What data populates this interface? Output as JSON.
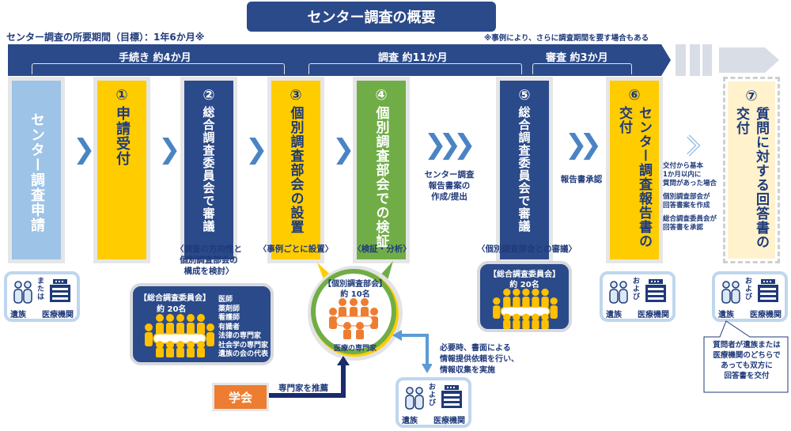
{
  "title": "センター調査の概要",
  "period_label": "センター調査の所要期間（目標）：1年6か月※",
  "footnote": "※事例により、さらに調査期間を要す場合もある",
  "phases": [
    {
      "label": "手続き 約4か月"
    },
    {
      "label": "調査 約11か月"
    },
    {
      "label": "審査 約3か月"
    }
  ],
  "colors": {
    "navy": "#2b4a8a",
    "yellow": "#ffcc00",
    "green": "#70ad47",
    "light_blue": "#9dc3e6",
    "cream": "#fff2cc",
    "orange": "#ed7d31",
    "chevron": "#4a84c4"
  },
  "steps": [
    {
      "num": "",
      "label": "センター調査申請"
    },
    {
      "num": "①",
      "label": "申請受付"
    },
    {
      "num": "②",
      "label": "総合調査委員会で審議"
    },
    {
      "num": "③",
      "label": "個別調査部会の設置"
    },
    {
      "num": "④",
      "label": "個別調査部会での検証"
    },
    {
      "num": "⑤",
      "label": "総合調査委員会で審議"
    },
    {
      "num": "⑥",
      "label": "センター調査報告書の交付"
    },
    {
      "num": "⑦",
      "label": "質問に対する回答書の交付"
    }
  ],
  "captions": {
    "step2": [
      "〈調査の方向性と",
      "個別調査部会の",
      "構成を検討〉"
    ],
    "step3": "〈事例ごとに設置〉",
    "step4": "〈検証・分析〉",
    "step5": "〈個別調査部会との審議〉",
    "between4_5": [
      "センター調査",
      "報告書案の",
      "作成/提出"
    ],
    "between5_6": "報告書承認",
    "between6_7": [
      "交付から基本",
      "1か月以内に",
      "質問があった場合",
      "",
      "個別調査部会が",
      "回答書案を作成",
      "",
      "総合調査委員会が",
      "回答書を承認"
    ]
  },
  "parties": {
    "bereaved": "遺族",
    "institution": "医療機関",
    "or": "または",
    "and": "および"
  },
  "general_committee": {
    "title": "【総合調査委員会】",
    "size": "約 20名",
    "members": [
      "医師",
      "薬剤師",
      "看護師",
      "有識者",
      "法律の専門家",
      "社会学の専門家",
      "遺族の会の代表"
    ]
  },
  "individual_committee": {
    "title": "【個別調査部会】",
    "size": "約 10名",
    "footer": "医療の専門家"
  },
  "academic_society": {
    "label": "学会",
    "action": "専門家を推薦"
  },
  "info_request": [
    "必要時、書面による",
    "情報提供依頼を行い、",
    "情報収集を実施"
  ],
  "answer_note": [
    "質問者が遺族または",
    "医療機関のどちらで",
    "あっても双方に",
    "回答書を交付"
  ]
}
